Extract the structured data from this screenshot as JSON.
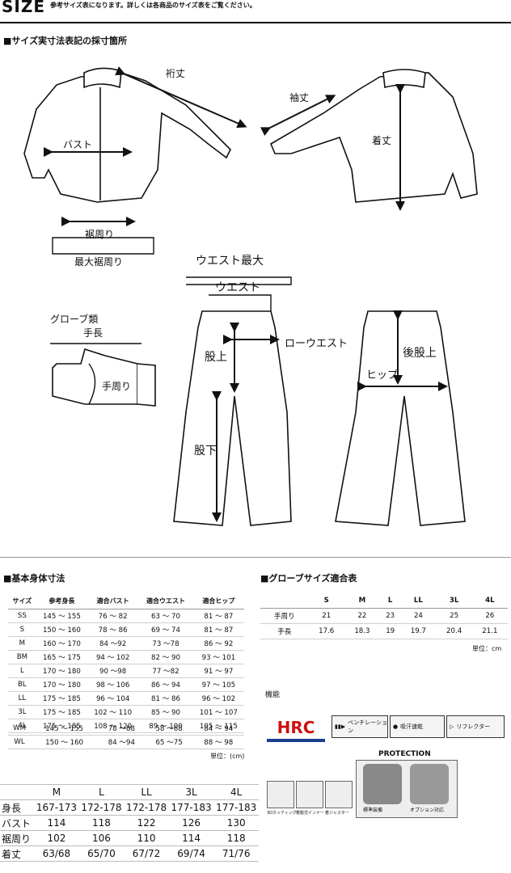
{
  "header": {
    "title": "SIZE",
    "note": "参考サイズ表になります。詳しくは各商品のサイズ表をご覧ください。"
  },
  "measure_section": {
    "title": "■サイズ実寸法表記の採寸箇所",
    "labels": {
      "yukitake": "裄丈",
      "sodetake": "袖丈",
      "bust": "バスト",
      "kitake": "着丈",
      "susomawari": "裾周り",
      "max_susomawari": "最大裾周り",
      "waist_max": "ウエスト最大",
      "waist": "ウエスト",
      "low_waist": "ローウエスト",
      "glove_type": "グローブ類",
      "tenaga": "手長",
      "temawari": "手周り",
      "matagami": "股上",
      "matashita": "股下",
      "hip": "ヒップ",
      "ushiro_matagami": "後股上"
    }
  },
  "body_table": {
    "title": "■基本身体寸法",
    "headers": [
      "サイズ",
      "参考身長",
      "適合バスト",
      "適合ウエスト",
      "適合ヒップ"
    ],
    "rows": [
      [
        "SS",
        "145 ～ 155",
        "76 ～ 82",
        "63 ～ 70",
        "81 ～ 87"
      ],
      [
        "S",
        "150 ～ 160",
        "78 ～ 86",
        "69 ～ 74",
        "81 ～ 87"
      ],
      [
        "M",
        "160 ～ 170",
        "84 ～92",
        "73 ～78",
        "86 ～ 92"
      ],
      [
        "BM",
        "165 ～ 175",
        "94 ～ 102",
        "82 ～ 90",
        "93 ～ 101"
      ],
      [
        "L",
        "170 ～ 180",
        "90 ～98",
        "77 ～82",
        "91 ～ 97"
      ],
      [
        "BL",
        "170 ～ 180",
        "98 ～ 106",
        "86 ～ 94",
        "97 ～ 105"
      ],
      [
        "LL",
        "175 ～ 185",
        "96 ～ 104",
        "81 ～ 86",
        "96 ～ 102"
      ],
      [
        "3L",
        "175 ～ 185",
        "102 ～ 110",
        "85 ～ 90",
        "101 ～ 107"
      ],
      [
        "4L",
        "175 ～ 185",
        "108 ～ 120",
        "89 ～ 100",
        "105 ～ 115"
      ]
    ],
    "rows2": [
      [
        "WM",
        "145 ～ 155",
        "78 ～88",
        "58 ～68",
        "84 ～ 94"
      ],
      [
        "WL",
        "150 ～ 160",
        "84 ～94",
        "65 ～75",
        "88 ～ 98"
      ]
    ],
    "unit": "単位：(cm)"
  },
  "glove_table": {
    "title": "■グローブサイズ適合表",
    "headers": [
      "",
      "S",
      "M",
      "L",
      "LL",
      "3L",
      "4L"
    ],
    "rows": [
      [
        "手周り",
        "21",
        "22",
        "23",
        "24",
        "25",
        "26"
      ],
      [
        "手長",
        "17.6",
        "18.3",
        "19",
        "19.7",
        "20.4",
        "21.1"
      ]
    ],
    "unit": "単位：cm"
  },
  "features": {
    "title": "機能",
    "logo": "HRC",
    "items": [
      "ベンチレーション",
      "吸汗速乾",
      "リフレクター"
    ],
    "protection_title": "PROTECTION",
    "thumbs": [
      "3Dカッティング",
      "着脱式インナー",
      "着ジャスター"
    ],
    "protection_items": [
      "標準装備",
      "オプション対応"
    ]
  },
  "product_table": {
    "headers": [
      "",
      "M",
      "L",
      "LL",
      "3L",
      "4L"
    ],
    "rows": [
      [
        "身長",
        "167-173",
        "172-178",
        "172-178",
        "177-183",
        "177-183"
      ],
      [
        "バスト",
        "114",
        "118",
        "122",
        "126",
        "130"
      ],
      [
        "裾周り",
        "102",
        "106",
        "110",
        "114",
        "118"
      ],
      [
        "着丈",
        "63/68",
        "65/70",
        "67/72",
        "69/74",
        "71/76"
      ]
    ]
  }
}
